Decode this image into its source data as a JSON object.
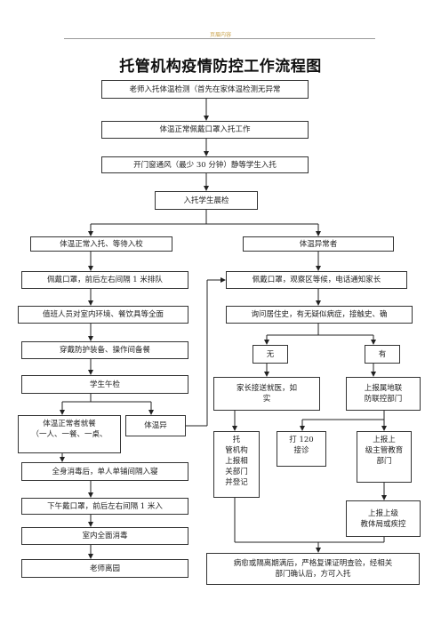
{
  "header": {
    "text": "页眉内容"
  },
  "title": "托管机构疫情防控工作流程图",
  "boxes": {
    "b1": "老师入托体温检测（首先在家体温检测无异常",
    "b2": "体温正常佩戴口罩入托工作",
    "b3": "开门窗通风（最少 30 分钟）静等学生入托",
    "b4": "入托学生晨检",
    "l1": "体温正常入托、等待入校",
    "l2": "佩戴口罩，前后左右间隔 1 米排队",
    "l3": "值班人员对室内环境、餐饮具等全面",
    "l4": "穿戴防护装备、操作间备餐",
    "l5": "学生午检",
    "l6": "体温正常者就餐\n（一人、一餐、一桌、",
    "l6b": "体温异",
    "l7": "全身消毒后，单人单铺间隔入寝",
    "l8": "下午戴口罩，前后左右间隔 1 米入",
    "l9": "室内全面消毒",
    "l10": "老师离园",
    "r1": "体温异常者",
    "r2": "佩戴口罩，观察区等候，电话通知家长",
    "r3": "询问居住史，有无疑似病症，接触史、确",
    "r4": "无",
    "r5": "有",
    "r6": "家长接送就医，如\n实",
    "r7": "上报属地联\n防联控部门",
    "r8": "托\n管机构\n上报相\n关部门\n并登记",
    "r9": "打 120\n接诊",
    "r10": "上报上\n级主管教育\n部门",
    "r11": "上报上级\n教体局或疾控",
    "r12": "病愈或隔离期满后，严格复课证明查验，经相关\n部门确认后，方可入托"
  }
}
